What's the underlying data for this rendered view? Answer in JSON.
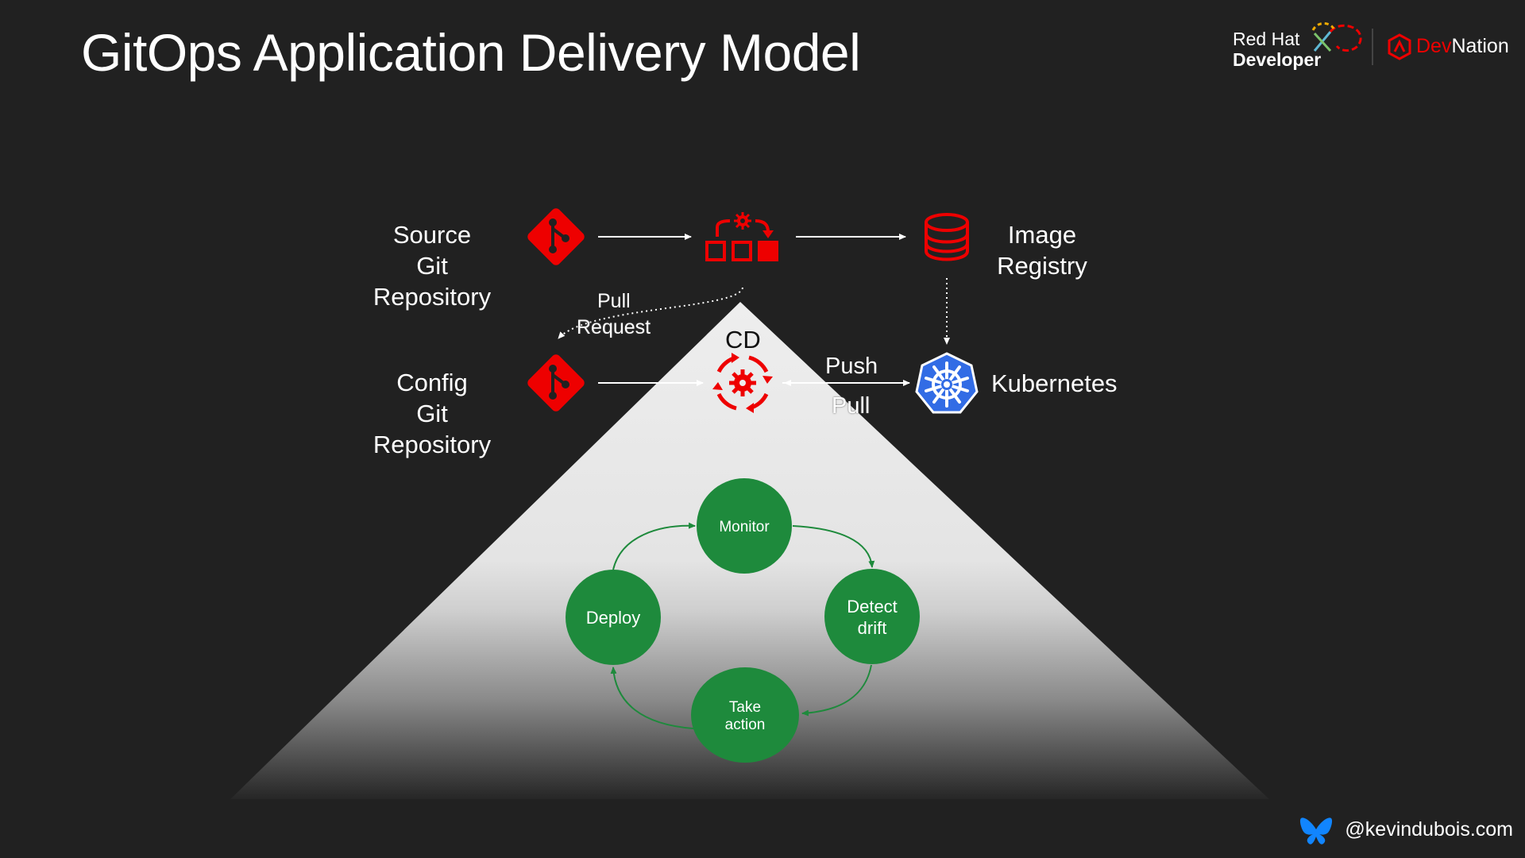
{
  "slide": {
    "title": "GitOps Application Delivery Model"
  },
  "branding": {
    "redhat_line1": "Red Hat",
    "redhat_line2": "Developer",
    "devnation_dev": "Dev",
    "devnation_nation": "Nation",
    "accent_red": "#ee0000",
    "background": "#212121"
  },
  "diagram": {
    "source_repo": [
      "Source",
      "Git",
      "Repository"
    ],
    "config_repo": [
      "Config",
      "Git",
      "Repository"
    ],
    "image_registry": [
      "Image",
      "Registry"
    ],
    "kubernetes": "Kubernetes",
    "pull_request": [
      "Pull",
      "Request"
    ],
    "cd": "CD",
    "push": "Push",
    "pull": "Pull",
    "icons": {
      "source_git": "git-icon",
      "build": "build-pipeline-icon",
      "registry": "database-icon",
      "config_git": "git-icon",
      "cd": "cd-sync-icon",
      "kubernetes": "kubernetes-helm-icon"
    },
    "loop": {
      "monitor": "Monitor",
      "detect": [
        "Detect",
        "drift"
      ],
      "take_action": [
        "Take",
        "action"
      ],
      "deploy": "Deploy",
      "node_color": "#1e8a3c"
    }
  },
  "footer": {
    "handle": "@kevindubois.com"
  }
}
